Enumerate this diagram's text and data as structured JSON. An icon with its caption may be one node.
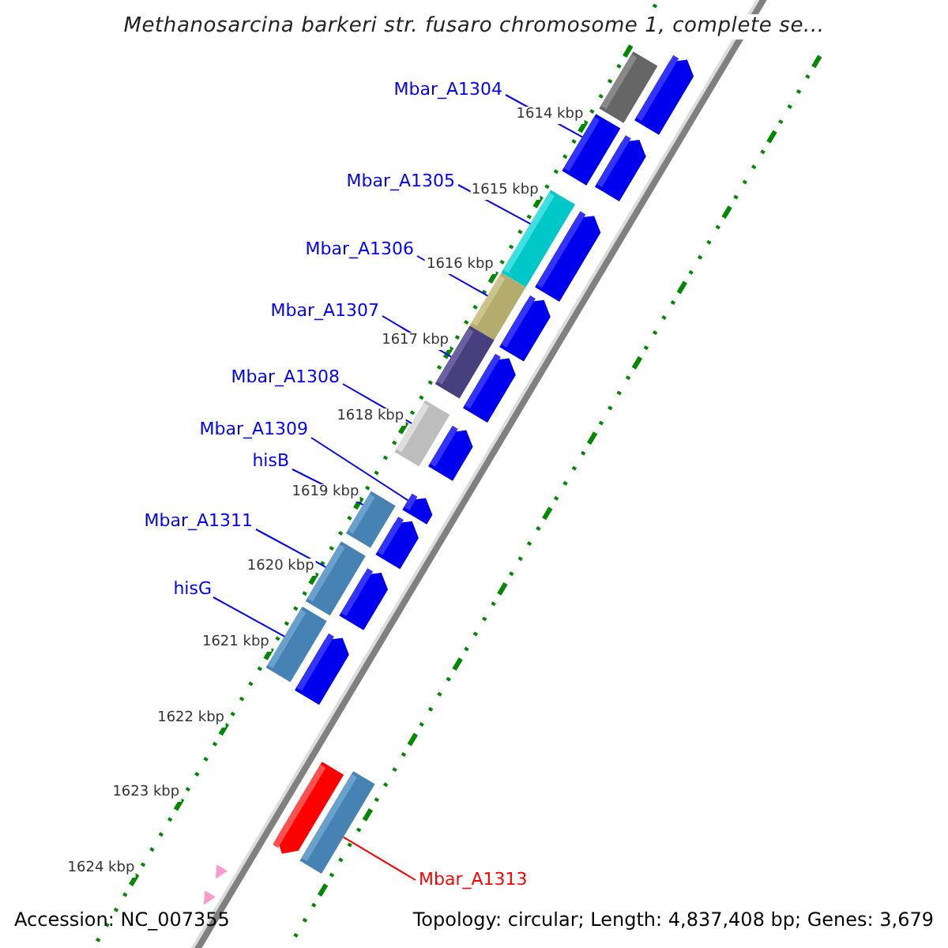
{
  "diagram": {
    "title": "Methanosarcina barkeri str. fusaro chromosome 1, complete se...",
    "nodes": [
      {
        "text": [
          "Mbar_A1304"
        ]
      },
      {
        "text": [
          "Mbar_A1305"
        ]
      },
      {
        "text": [
          "Mbar_A1306"
        ]
      },
      {
        "text": [
          "Mbar_A1307"
        ]
      },
      {
        "text": [
          "Mbar_A1308"
        ]
      },
      {
        "text": [
          "Mbar_A1309"
        ]
      },
      {
        "text": [
          "hisB"
        ]
      },
      {
        "text": [
          "Mbar_A1311"
        ]
      },
      {
        "text": [
          "hisG"
        ]
      },
      {
        "text": [
          "Mbar_A1313"
        ]
      },
      {
        "text": [],
        "shape": "bar"
      },
      {
        "text": [],
        "shape": "bar"
      },
      {
        "text": [],
        "shape": "bar"
      },
      {
        "text": [],
        "shape": "bar"
      },
      {
        "text": [],
        "shape": "bar"
      },
      {
        "text": [],
        "shape": "bar"
      },
      {
        "text": [],
        "shape": "bar"
      },
      {
        "text": [],
        "shape": "bar"
      },
      {
        "text": [],
        "shape": "bar"
      },
      {
        "text": [],
        "shape": "pentagon"
      },
      {
        "text": [],
        "shape": "pentagon"
      },
      {
        "text": [],
        "shape": "pentagon"
      },
      {
        "text": [],
        "shape": "pentagon"
      },
      {
        "text": [],
        "shape": "pentagon"
      },
      {
        "text": [],
        "shape": "pentagon"
      },
      {
        "text": [],
        "shape": "pentagon"
      },
      {
        "text": [],
        "shape": "pentagon"
      },
      {
        "text": [],
        "shape": "pentagon"
      },
      {
        "text": [],
        "shape": "pentagon"
      },
      {
        "text": [],
        "shape": "pentagon"
      },
      {
        "text": [],
        "shape": "bar"
      }
    ],
    "edges": [
      {
        "from": 0,
        "to": 11,
        "arrow": "none"
      },
      {
        "from": 1,
        "to": 12,
        "arrow": "none"
      },
      {
        "from": 2,
        "to": 13,
        "arrow": "none"
      },
      {
        "from": 3,
        "to": 14,
        "arrow": "none"
      },
      {
        "from": 4,
        "to": 15,
        "arrow": "none"
      },
      {
        "from": 5,
        "to": 25,
        "arrow": "none"
      },
      {
        "from": 6,
        "to": 16,
        "arrow": "none"
      },
      {
        "from": 7,
        "to": 17,
        "arrow": "none"
      },
      {
        "from": 8,
        "to": 18,
        "arrow": "none"
      },
      {
        "from": 9,
        "to": 30,
        "arrow": "none",
        "color": "#ff0000"
      }
    ],
    "labels": [
      "1614 kbp",
      "1615 kbp",
      "1616 kbp",
      "1617 kbp",
      "1618 kbp",
      "1619 kbp",
      "1620 kbp",
      "1621 kbp",
      "1622 kbp",
      "1623 kbp",
      "1624 kbp",
      "Accession: NC_007355",
      "Topology: circular; Length: 4,837,408 bp; Genes: 3,679"
    ]
  }
}
